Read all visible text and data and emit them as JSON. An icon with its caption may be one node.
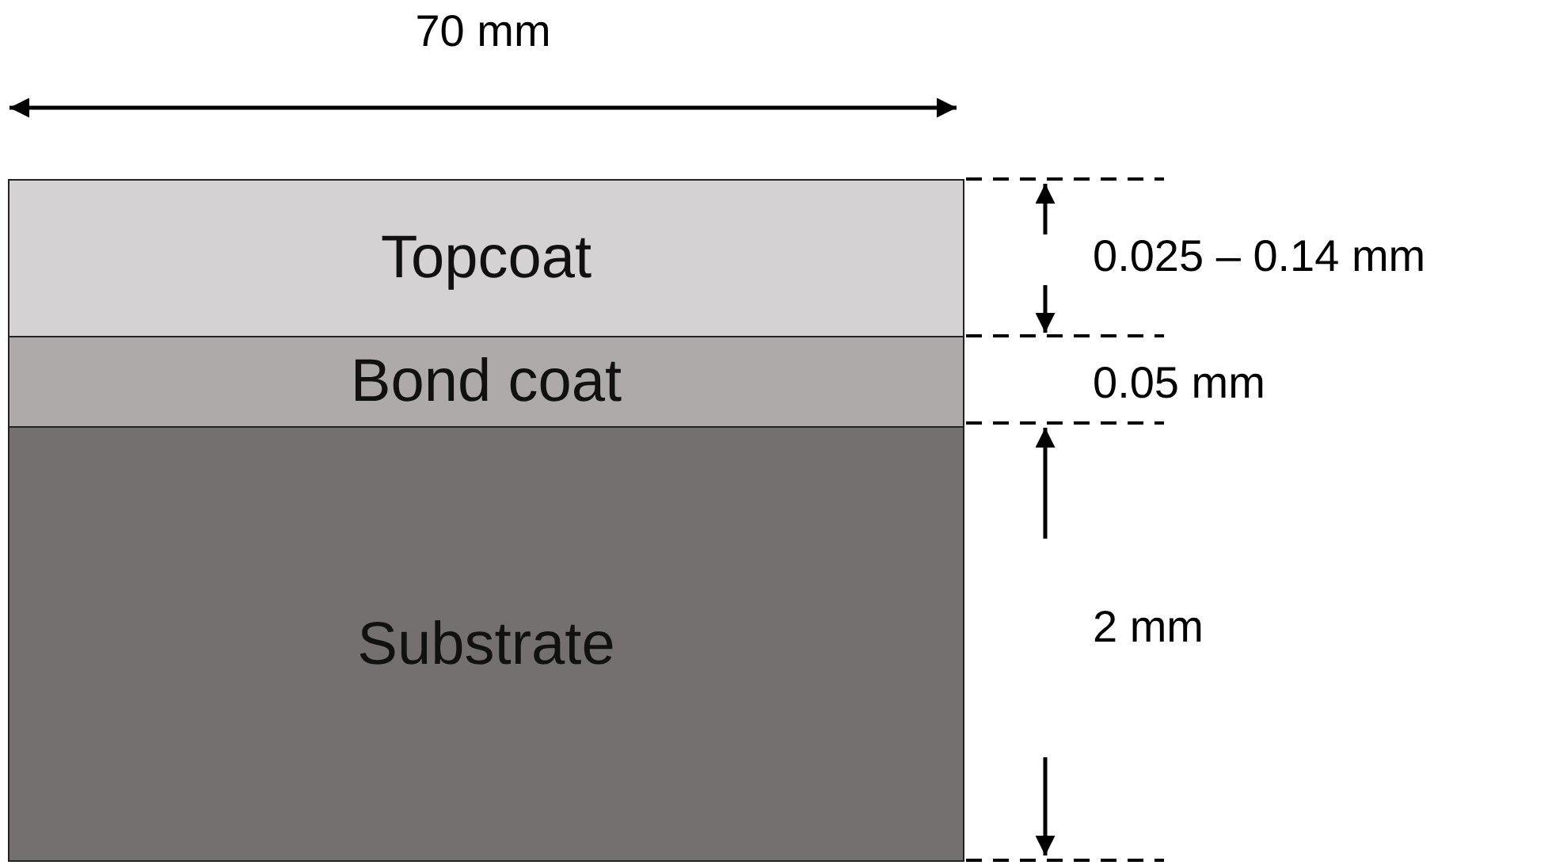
{
  "diagram": {
    "nodes": [
      {
        "text": [
          "Topcoat"
        ]
      },
      {
        "text": [
          "Bond coat"
        ]
      },
      {
        "text": [
          "Substrate"
        ]
      }
    ],
    "labels": [
      "70 mm",
      "0.025 – 0.14 mm",
      "0.05 mm",
      "2 mm"
    ]
  }
}
